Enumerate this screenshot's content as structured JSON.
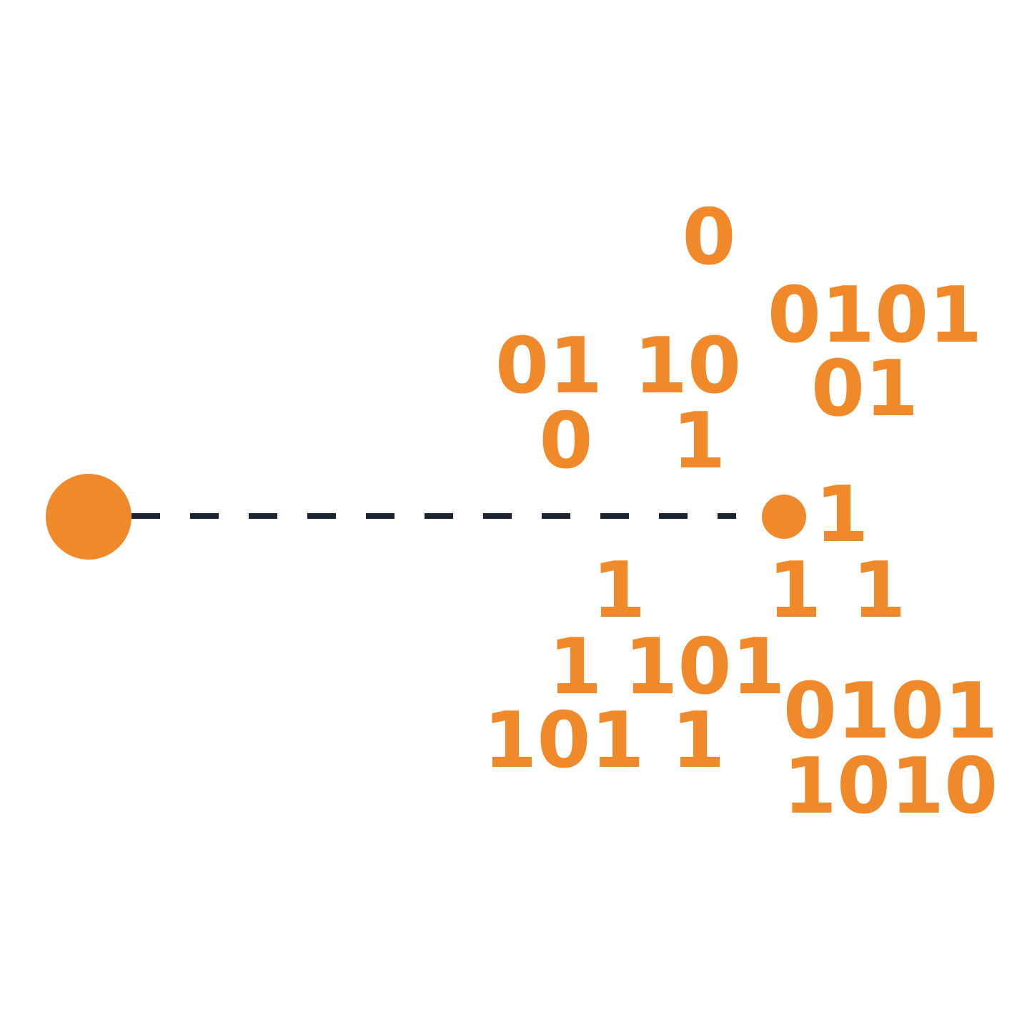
{
  "colors": {
    "accent": "#F0892A",
    "line": "#1B2333",
    "background": "#FFFFFF"
  },
  "binary_digits": [
    "0",
    "0101",
    "01",
    "10",
    "01",
    "0",
    "1",
    "1",
    "1",
    "1",
    "1",
    "1",
    "101",
    "0101",
    "101",
    "1",
    "1010"
  ]
}
